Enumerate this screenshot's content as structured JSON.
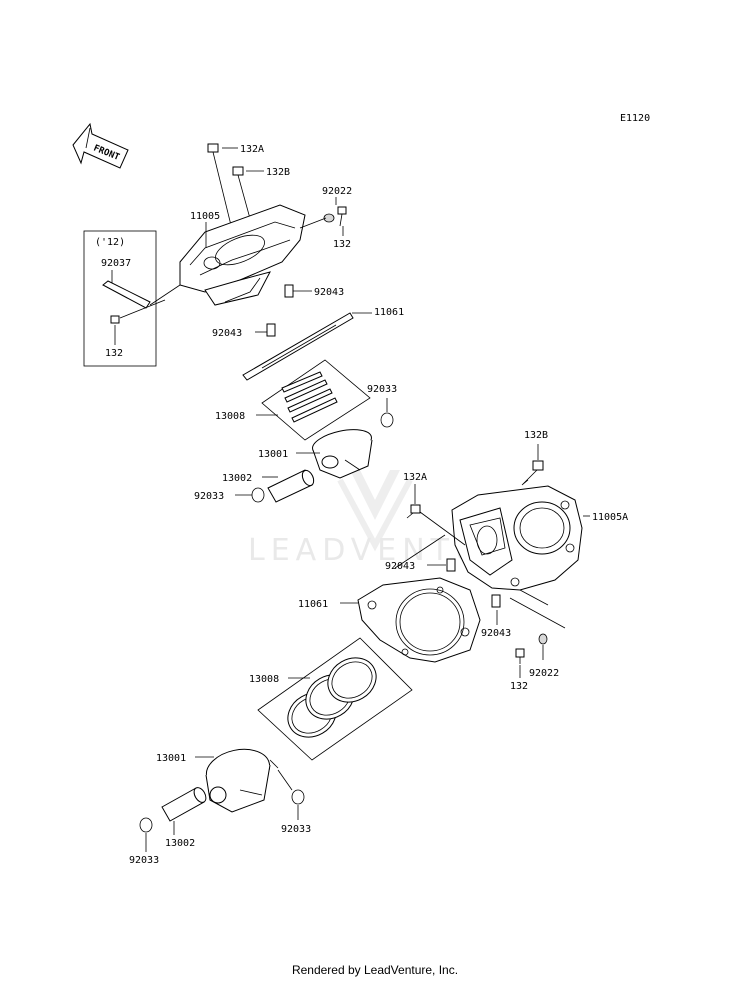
{
  "diagram_code": "E1120",
  "front_label": "FRONT",
  "watermark": "LEADVENTURE",
  "footer": "Rendered by LeadVenture, Inc.",
  "inset_note": "('12)",
  "labels": {
    "rear_bolt_a": "132A",
    "rear_bolt_b": "132B",
    "rear_washer": "92022",
    "rear_bolt_small": "132",
    "rear_cylinder": "11005",
    "inset_part": "92037",
    "inset_bolt": "132",
    "rear_dowel_upper": "92043",
    "rear_gasket": "11061",
    "rear_dowel_lower": "92043",
    "rear_rings": "13008",
    "rear_circlip_right": "92033",
    "rear_piston": "13001",
    "rear_pin": "13002",
    "rear_circlip_left": "92033",
    "front_bolt_b": "132B",
    "front_bolt_a": "132A",
    "front_cylinder": "11005A",
    "front_dowel_left": "92043",
    "front_gasket": "11061",
    "front_dowel_right": "92043",
    "front_washer": "92022",
    "front_bolt_small": "132",
    "front_rings": "13008",
    "front_piston": "13001",
    "front_circlip_right": "92033",
    "front_pin": "13002",
    "front_circlip_left": "92033"
  }
}
